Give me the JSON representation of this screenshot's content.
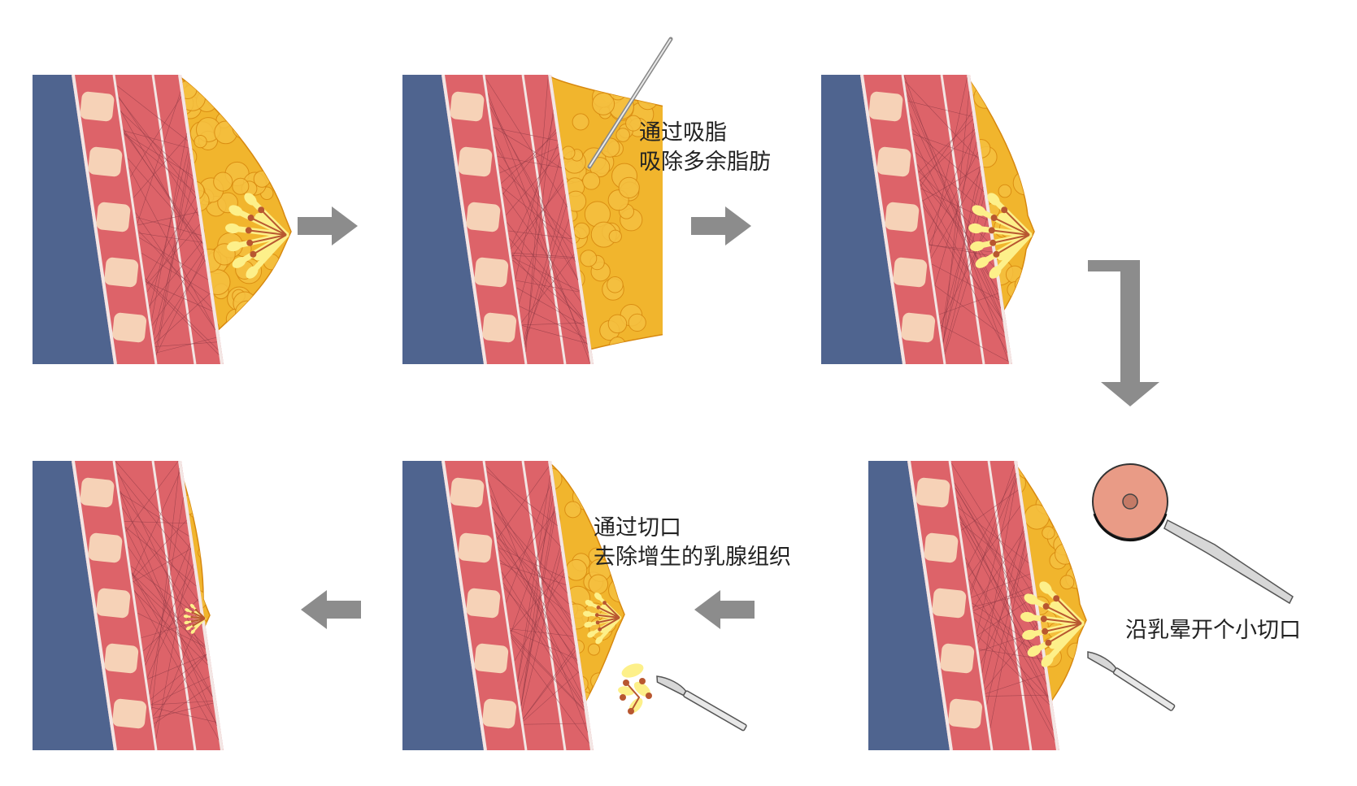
{
  "colors": {
    "chest_wall": "#4f648f",
    "muscle": "#dd6369",
    "muscle_fiber": "#8f3a45",
    "rib": "#f6d2b7",
    "fascia": "#f3e6e4",
    "fat": "#f1b52d",
    "fat_outline": "#d7880f",
    "gland": "#fdf08a",
    "duct": "#b85730",
    "areola": "#e99b86",
    "arrow": "#8c8c8c",
    "blade": "#d7d7d7"
  },
  "icons": {
    "arrow": "gray-block-arrow-icon",
    "tool": "scalpel-icon",
    "cannula": "liposuction-cannula-icon",
    "areola": "areola-incision-icon"
  },
  "labels": {
    "liposuction": [
      "通过吸脂",
      "吸除多余脂肪"
    ],
    "incision": [
      "沿乳晕开个小切口"
    ],
    "removal": [
      "通过切口",
      "去除增生的乳腺组织"
    ]
  }
}
